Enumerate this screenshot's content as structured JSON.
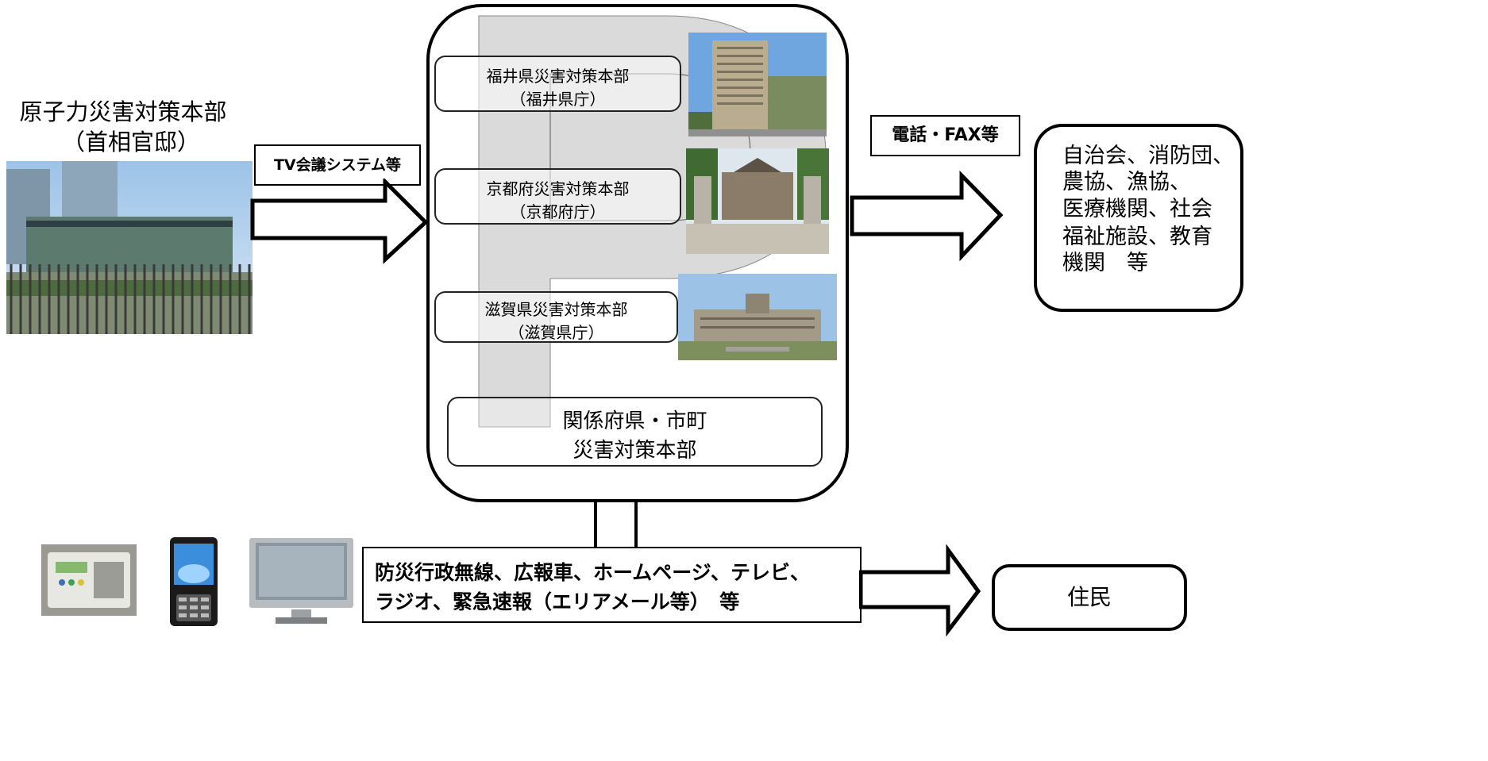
{
  "left": {
    "title": "原子力災害対策本部",
    "subtitle": "（首相官邸）"
  },
  "arrow_left_label": "TV会議システム等",
  "center": {
    "hq1_line1": "福井県災害対策本部",
    "hq1_line2": "（福井県庁）",
    "hq2_line1": "京都府災害対策本部",
    "hq2_line2": "（京都府庁）",
    "hq3_line1": "滋賀県災害対策本部",
    "hq3_line2": "（滋賀県庁）",
    "hq4_line1": "関係府県・市町",
    "hq4_line2": "災害対策本部"
  },
  "arrow_right_label": "電話・FAX等",
  "right_box": {
    "line1": "自治会、消防団、",
    "line2": "農協、漁協、",
    "line3": "医療機関、社会",
    "line4": "福祉施設、教育",
    "line5": "機関　等"
  },
  "bottom": {
    "line1": "防災行政無線、広報車、ホームページ、テレビ、",
    "line2": "ラジオ、緊急速報（エリアメール等）　等",
    "residents": "住民"
  },
  "colors": {
    "stroke": "#000000",
    "overlay_gray": "#d3d3d3"
  }
}
